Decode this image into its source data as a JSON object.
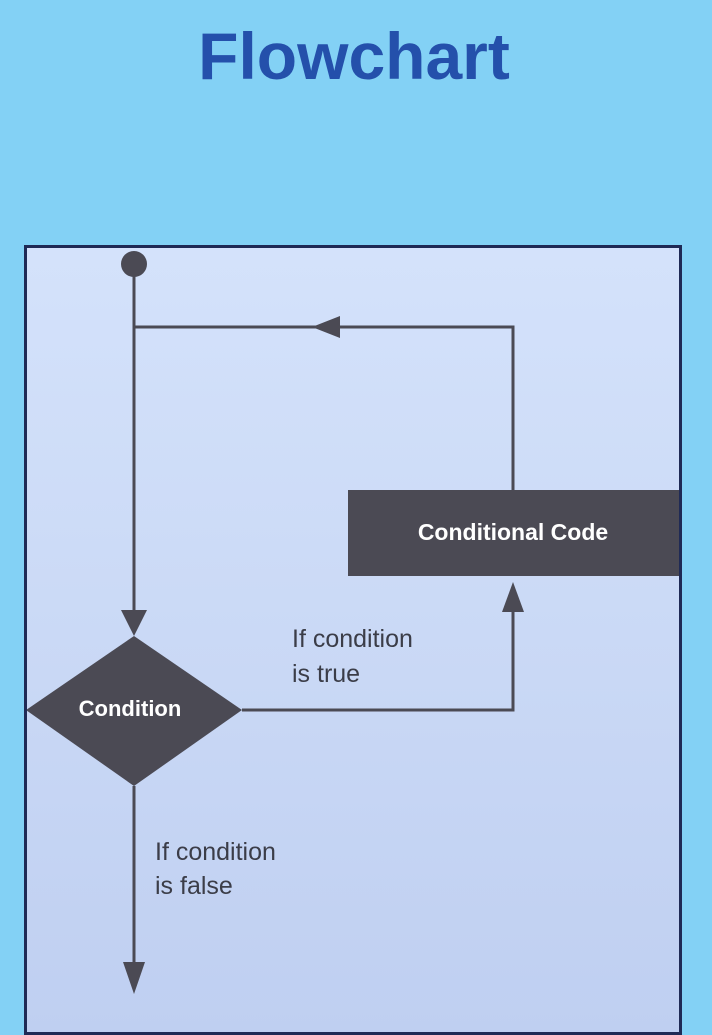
{
  "title": "Flowchart",
  "nodes": {
    "condition": "Condition",
    "conditional_code": "Conditional Code"
  },
  "edges": {
    "true_line1": "If condition",
    "true_line2": "is true",
    "false_line1": "If condition",
    "false_line2": "is false"
  },
  "colors": {
    "background": "#83d1f5",
    "title": "#2450ab",
    "shapes": "#4b4a54",
    "panel_border": "#1f2a55"
  }
}
